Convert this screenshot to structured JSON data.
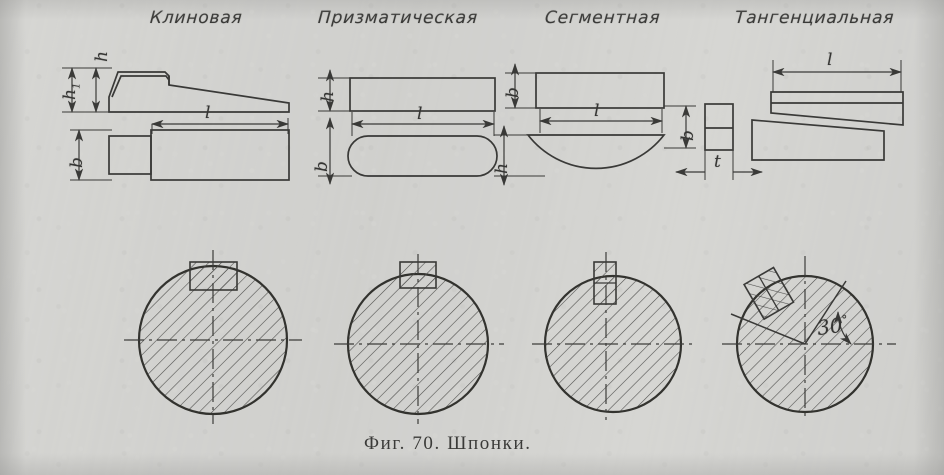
{
  "figure": {
    "caption": "Фиг. 70.  Шпонки.",
    "caption_number": "70",
    "caption_title": "Шпонки."
  },
  "headings": [
    {
      "id": "wedge",
      "label": "Клиновая"
    },
    {
      "id": "prismatic",
      "label": "Призматическая"
    },
    {
      "id": "segment",
      "label": "Сегментная"
    },
    {
      "id": "tangential",
      "label": "Тангенциальная"
    }
  ],
  "dimension_labels": {
    "wedge": [
      "h",
      "h",
      "l",
      "b"
    ],
    "wedge_sub": "1",
    "prismatic": [
      "h",
      "l",
      "b"
    ],
    "segment": [
      "b",
      "l",
      "h",
      "b",
      "t"
    ],
    "tangential": [
      "l"
    ]
  },
  "labels": {
    "h": "h",
    "h1_base": "h",
    "h1_sub": "1",
    "l": "l",
    "b": "b",
    "t": "t",
    "angle": "30",
    "degree": "°"
  },
  "colors": {
    "paper": "#d6d6d3",
    "ink": "#3a3a38",
    "hatch": "#4a4a48",
    "centerline": "#3d3d3b"
  },
  "views": {
    "top_row": "four key types shown in side and plan views with dimensions",
    "bottom_row": "four hatched shaft cross-sections with the corresponding key seated in the keyway"
  }
}
